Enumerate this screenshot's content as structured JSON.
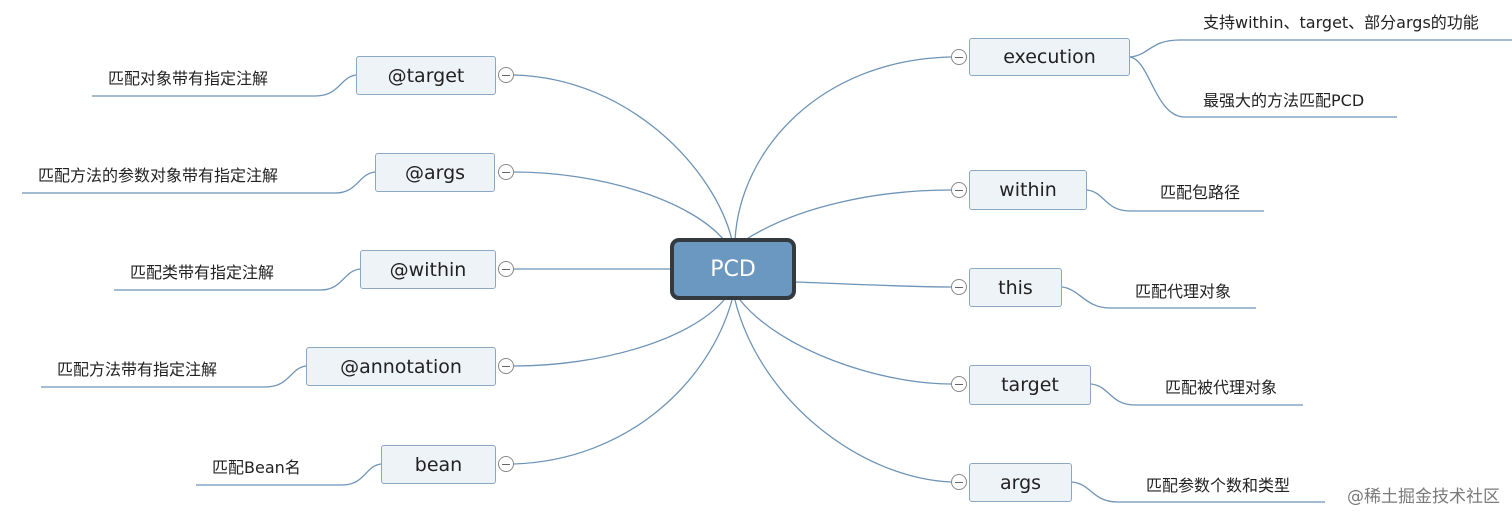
{
  "central": {
    "label": "PCD"
  },
  "right_branches": [
    {
      "label": "execution",
      "notes": [
        "支持within、target、部分args的功能",
        "最强大的方法匹配PCD"
      ]
    },
    {
      "label": "within",
      "notes": [
        "匹配包路径"
      ]
    },
    {
      "label": "this",
      "notes": [
        "匹配代理对象"
      ]
    },
    {
      "label": "target",
      "notes": [
        "匹配被代理对象"
      ]
    },
    {
      "label": "args",
      "notes": [
        "匹配参数个数和类型"
      ]
    }
  ],
  "left_branches": [
    {
      "label": "@target",
      "notes": [
        "匹配对象带有指定注解"
      ]
    },
    {
      "label": "@args",
      "notes": [
        "匹配方法的参数对象带有指定注解"
      ]
    },
    {
      "label": "@within",
      "notes": [
        "匹配类带有指定注解"
      ]
    },
    {
      "label": "@annotation",
      "notes": [
        "匹配方法带有指定注解"
      ]
    },
    {
      "label": "bean",
      "notes": [
        "匹配Bean名"
      ]
    }
  ],
  "watermark": "@稀土掘金技术社区",
  "colors": {
    "line": "#6d93b6",
    "central_fill": "#6b98c0",
    "central_border": "#333a40",
    "node_fill": "#eef3f8",
    "node_border": "#8aa7c4"
  }
}
